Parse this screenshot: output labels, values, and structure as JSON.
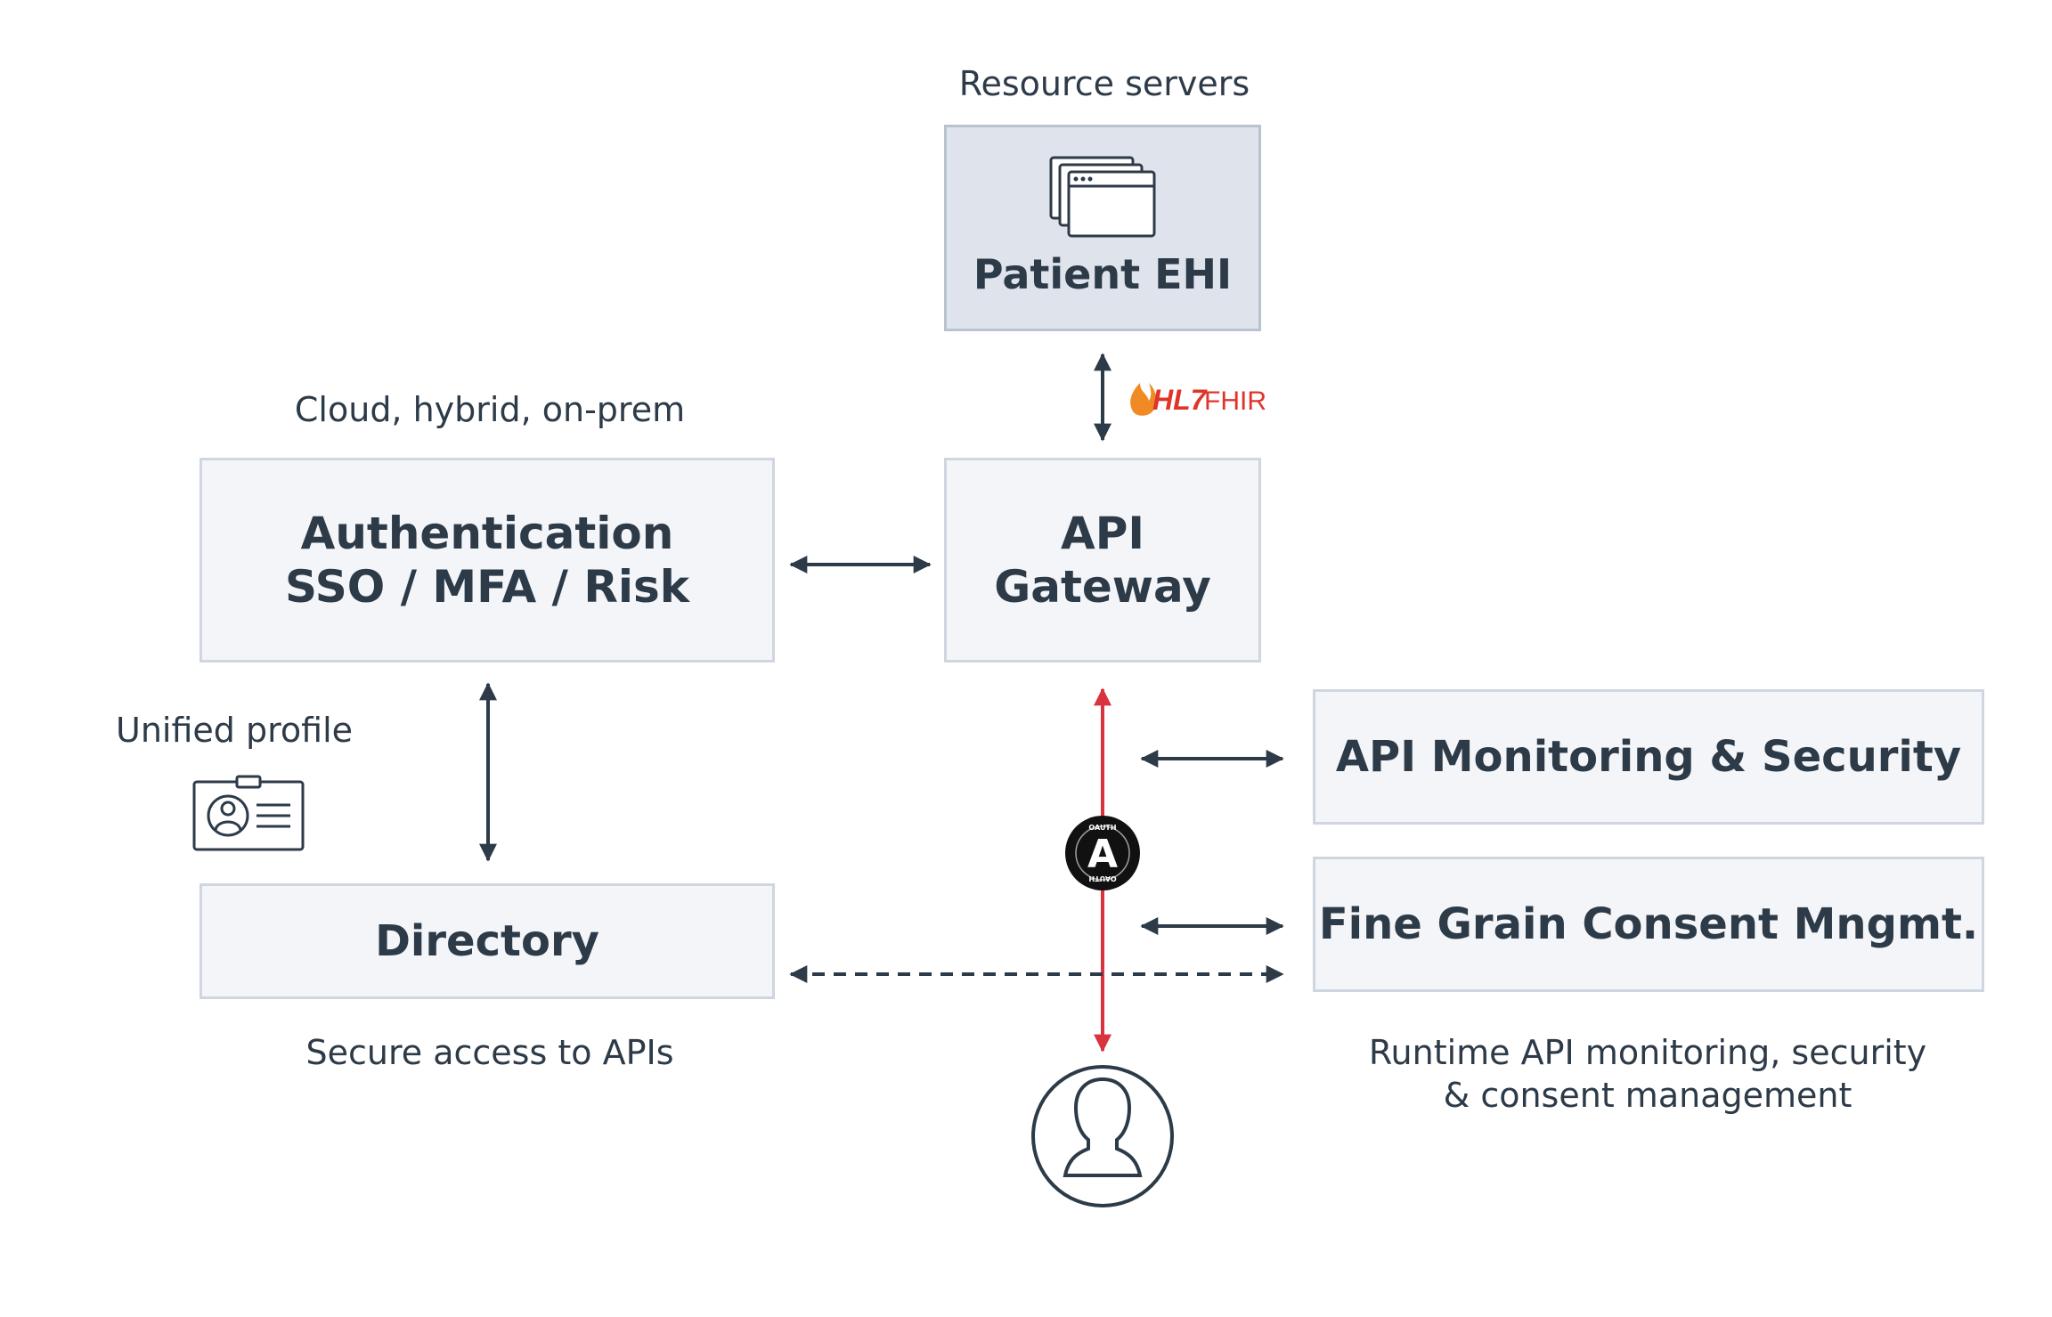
{
  "captions": {
    "resource_servers": "Resource servers",
    "cloud": "Cloud, hybrid, on-prem",
    "unified_profile": "Unified profile",
    "secure_access": "Secure access to APIs",
    "runtime_line1": "Runtime API monitoring, security",
    "runtime_line2": "& consent management"
  },
  "boxes": {
    "patient_ehi": "Patient EHI",
    "auth_line1": "Authentication",
    "auth_line2": "SSO / MFA / Risk",
    "gateway_line1": "API",
    "gateway_line2": "Gateway",
    "directory": "Directory",
    "monitoring": "API Monitoring & Security",
    "consent": "Fine Grain Consent Mngmt."
  },
  "logos": {
    "hl7_bold": "HL7",
    "hl7_light": "FHIR",
    "oauth_letter": "A",
    "oauth_ring": "OAUTH"
  },
  "icons": {
    "server": "stacked-browser-windows-icon",
    "profile": "id-card-icon",
    "user": "user-avatar-icon"
  },
  "colors": {
    "text": "#2d3a48",
    "box_fill": "#f3f5f8",
    "box_border": "#cfd6e0",
    "resource_fill": "#dfe4ec",
    "resource_border": "#b9c3cf",
    "arrow": "#2d3a48",
    "oauth_arrow": "#d9333f",
    "hl7_red": "#e0342b"
  }
}
